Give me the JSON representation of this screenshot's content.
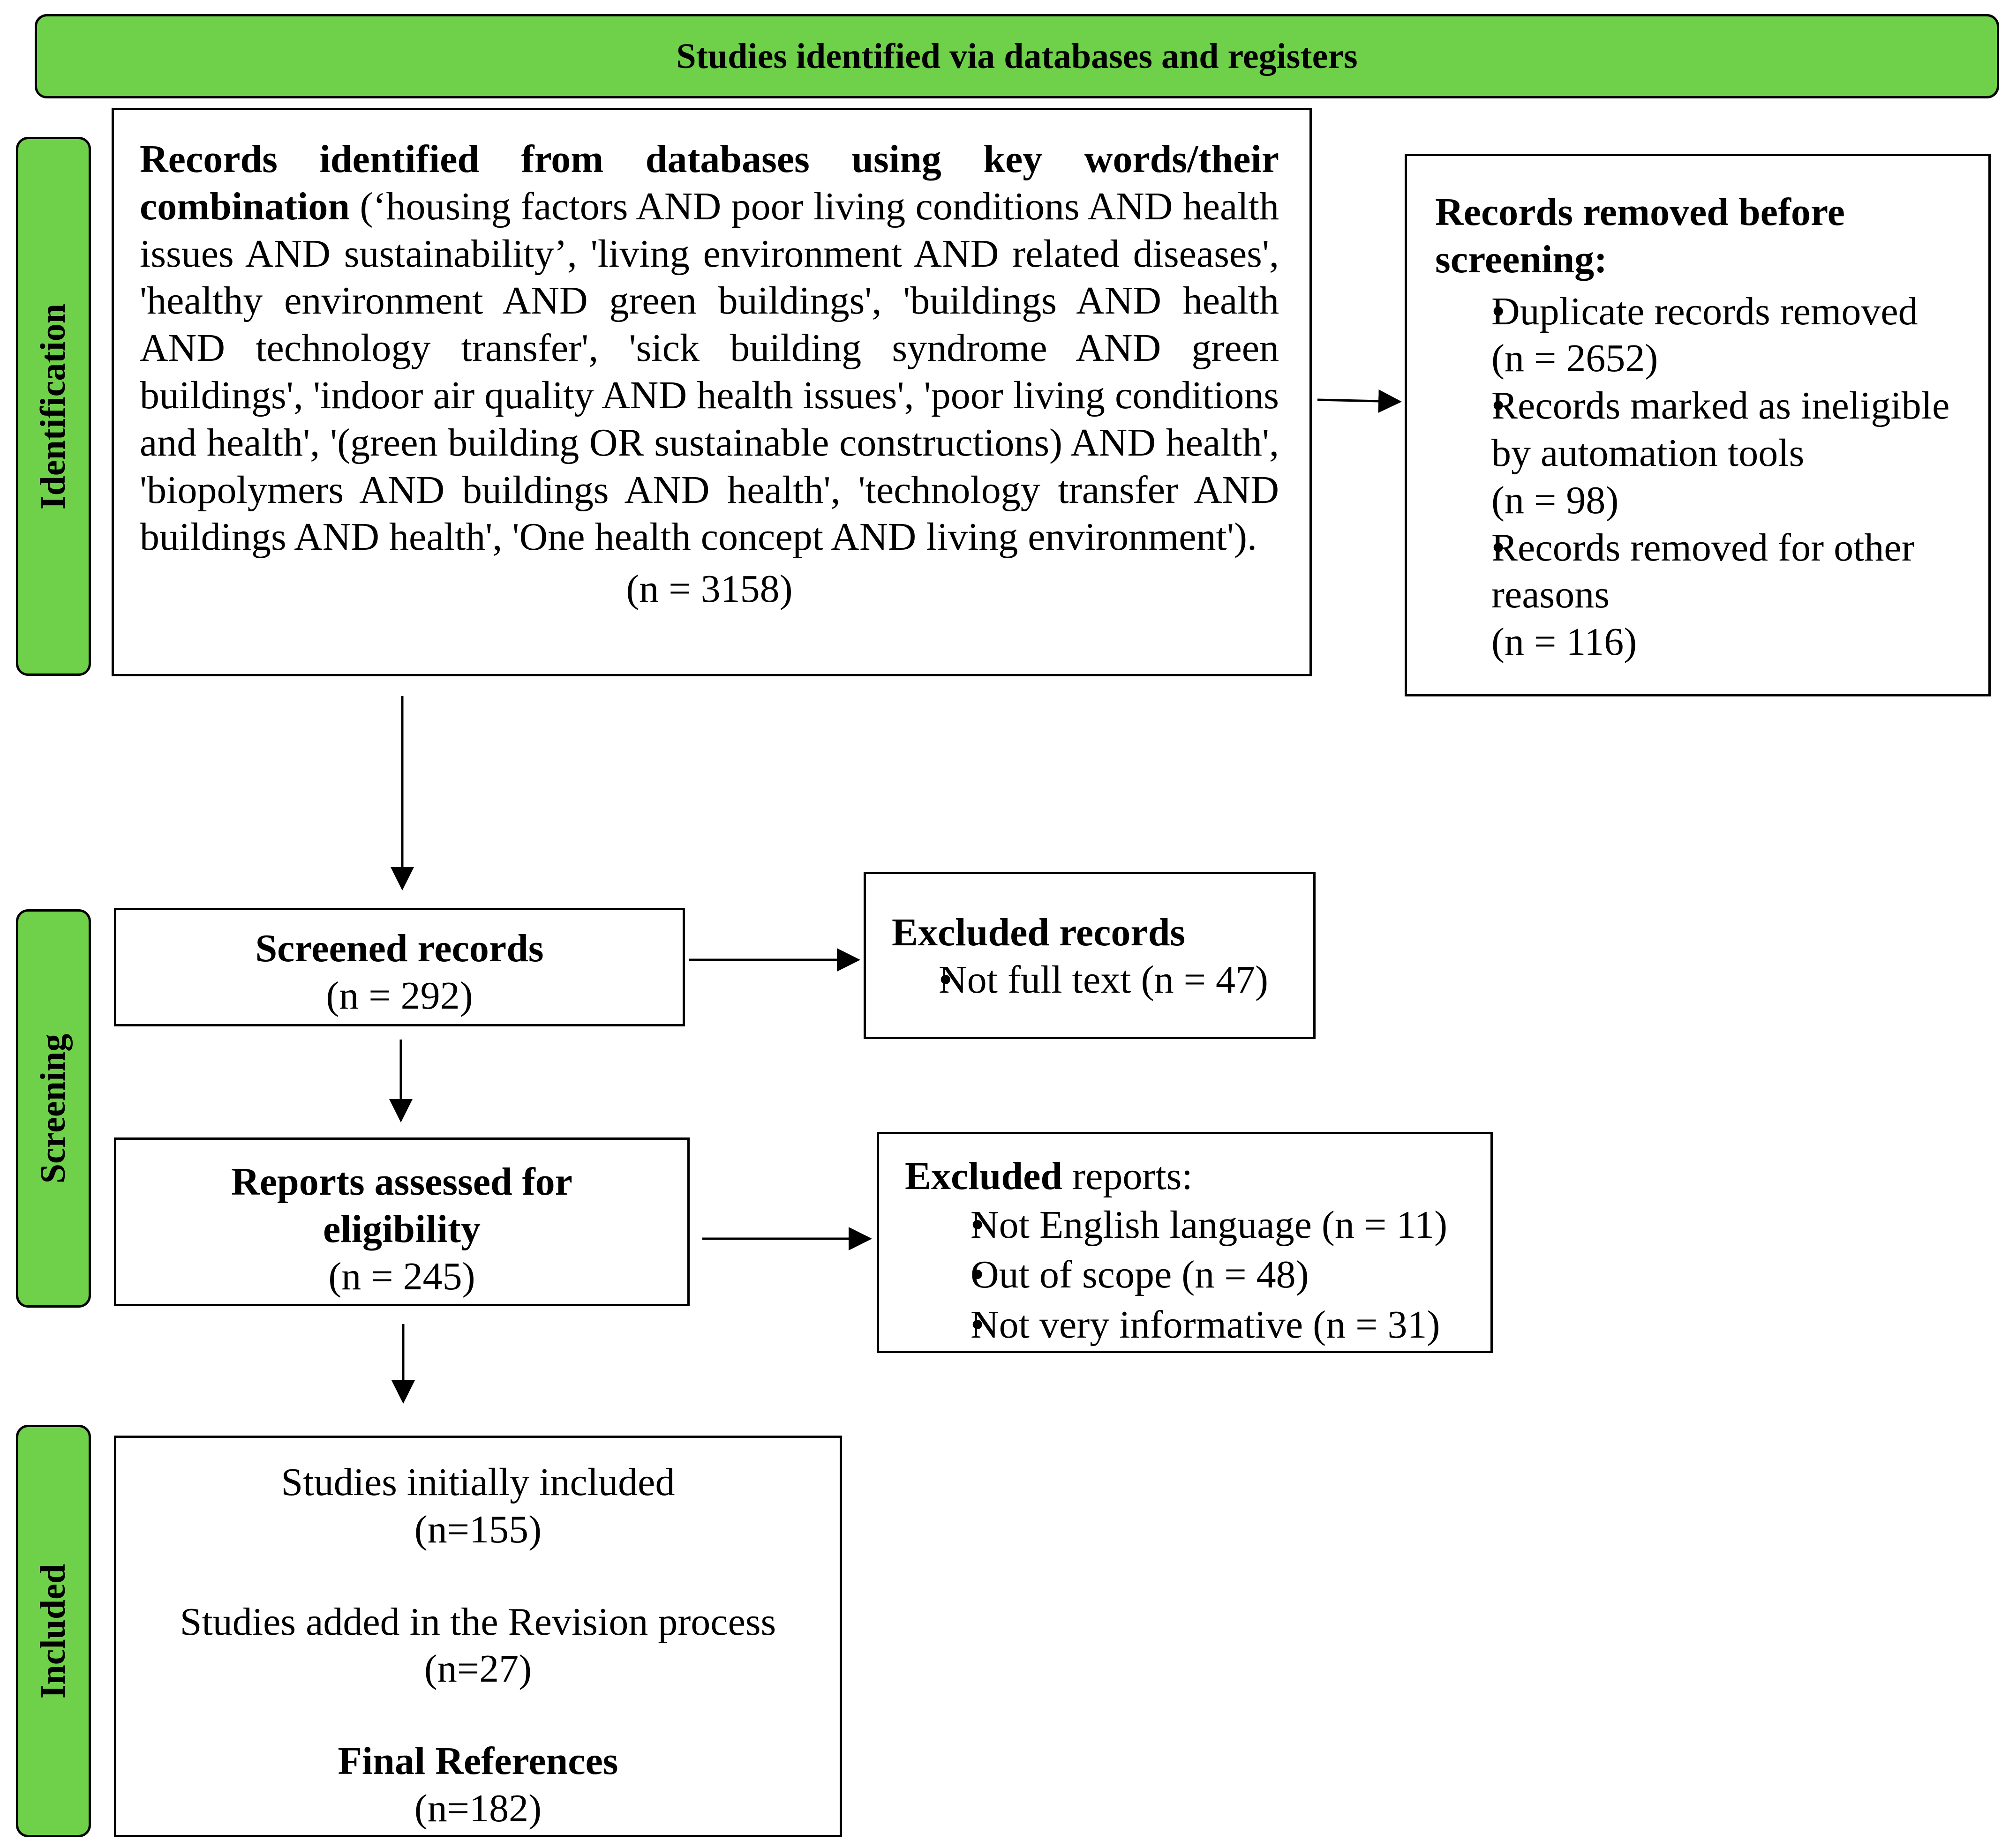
{
  "header": {
    "title": "Studies identified via databases and registers"
  },
  "stages": {
    "identification": "Identification",
    "screening": "Screening",
    "included": "Included"
  },
  "identification": {
    "records_bold": "Records identified from databases using key words/their combination",
    "records_text": " (‘housing factors AND poor living conditions AND health issues AND sustainability’, 'living environment AND related diseases', 'healthy environment AND green buildings', 'buildings AND health AND technology transfer', 'sick building syndrome AND green buildings', 'indoor air quality AND health issues', 'poor living conditions and health', '(green building OR sustainable constructions) AND health', 'biopolymers AND buildings AND health', 'technology transfer AND buildings AND health', 'One health concept AND living environment').",
    "records_n": "(n = 3158)",
    "removed": {
      "title": "Records removed before screening:",
      "items": [
        {
          "label": "Duplicate records removed",
          "n": "(n = 2652)"
        },
        {
          "label": "Records marked as ineligible by automation tools",
          "n": "(n = 98)"
        },
        {
          "label": "Records removed for other reasons",
          "n": "(n = 116)"
        }
      ]
    }
  },
  "screening": {
    "screened": {
      "title": "Screened records",
      "n": "(n = 292)"
    },
    "excluded_records": {
      "title": "Excluded records",
      "items": [
        "Not full text (n = 47)"
      ]
    },
    "assessed": {
      "title": "Reports assessed for eligibility",
      "n": "(n = 245)"
    },
    "excluded_reports": {
      "title_bold": "Excluded",
      "title_rest": " reports:",
      "items": [
        "Not English language (n = 11)",
        "Out of scope (n = 48)",
        "Not very informative (n = 31)"
      ]
    }
  },
  "included": {
    "initial": "Studies initially included",
    "initial_n": "(n=155)",
    "added": "Studies added in the Revision process",
    "added_n": "(n=27)",
    "final": "Final References",
    "final_n": "(n=182)"
  }
}
